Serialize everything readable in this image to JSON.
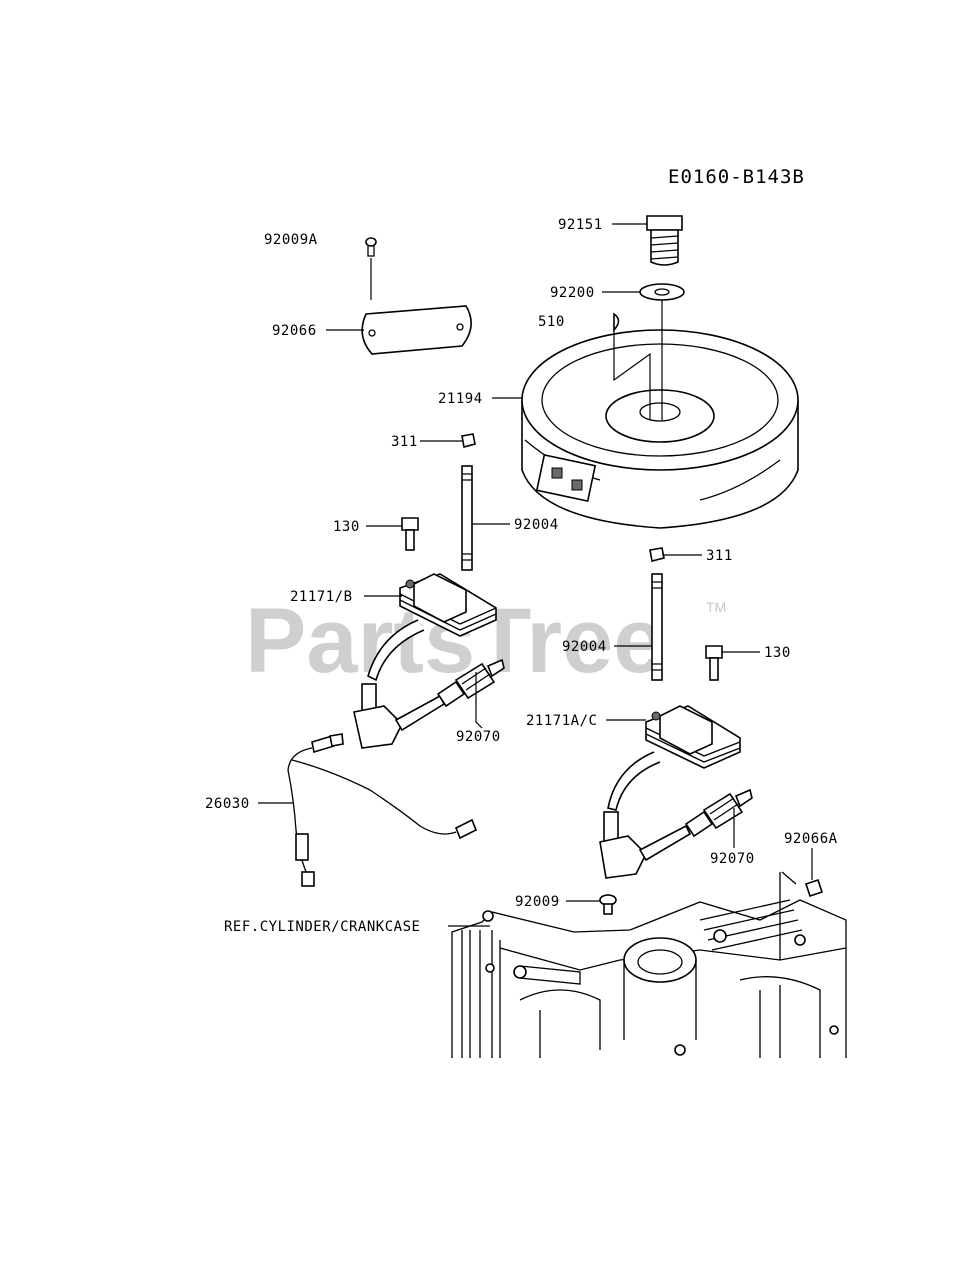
{
  "diagram": {
    "code": "E0160-B143B",
    "watermark": "PartsTree",
    "trademark": "TM",
    "callouts": {
      "c92151": "92151",
      "c92200": "92200",
      "c510": "510",
      "c92009A": "92009A",
      "c92066": "92066",
      "c21194": "21194",
      "c311a": "311",
      "c92004a": "92004",
      "c130a": "130",
      "c21171B": "21171/B",
      "c311b": "311",
      "c92004b": "92004",
      "c130b": "130",
      "c92070a": "92070",
      "c21171AC": "21171A/C",
      "c26030": "26030",
      "c92066A": "92066A",
      "c92070b": "92070",
      "c92009": "92009",
      "cRef": "REF.CYLINDER/CRANKCASE"
    }
  }
}
